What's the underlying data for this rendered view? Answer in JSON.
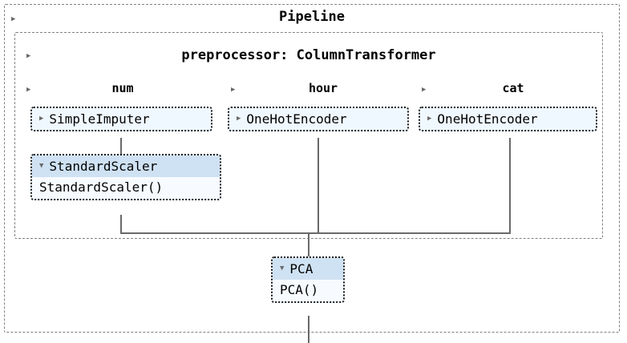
{
  "diagram": {
    "type": "sklearn-pipeline-repr",
    "title": "Pipeline",
    "accent_header_color": "#cfe2f3",
    "box_fill_color": "#f0f8ff",
    "connector_color": "#696969",
    "border_color": "#808080"
  },
  "pipeline": {
    "label": "Pipeline",
    "toggle_icon": "collapsed-triangle-icon",
    "toggle_glyph": "▶"
  },
  "preprocessor": {
    "label": "preprocessor: ColumnTransformer",
    "toggle_icon": "collapsed-triangle-icon",
    "toggle_glyph": "▶"
  },
  "columns": [
    {
      "name": "num",
      "label": "num",
      "toggle_glyph": "▶",
      "estimators": [
        {
          "name": "SimpleImputer",
          "label": "SimpleImputer",
          "state": "collapsed",
          "toggle_glyph": "▶",
          "body": ""
        },
        {
          "name": "StandardScaler",
          "label": "StandardScaler",
          "state": "expanded",
          "toggle_glyph": "▼",
          "body": "StandardScaler()"
        }
      ]
    },
    {
      "name": "hour",
      "label": "hour",
      "toggle_glyph": "▶",
      "estimators": [
        {
          "name": "OneHotEncoder",
          "label": "OneHotEncoder",
          "state": "collapsed",
          "toggle_glyph": "▶",
          "body": ""
        }
      ]
    },
    {
      "name": "cat",
      "label": "cat",
      "toggle_glyph": "▶",
      "estimators": [
        {
          "name": "OneHotEncoder",
          "label": "OneHotEncoder",
          "state": "collapsed",
          "toggle_glyph": "▶",
          "body": ""
        }
      ]
    }
  ],
  "final_step": {
    "name": "PCA",
    "label": "PCA",
    "state": "expanded",
    "toggle_glyph": "▼",
    "body": "PCA()"
  }
}
